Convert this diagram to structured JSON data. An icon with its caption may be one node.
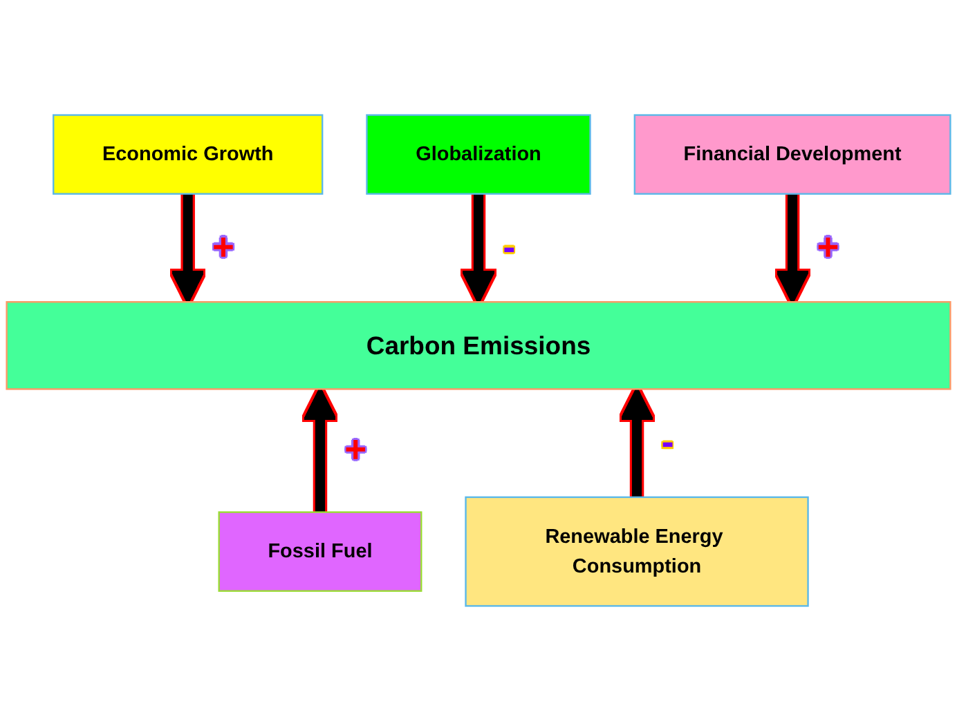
{
  "diagram": {
    "nodes": [
      {
        "text": [
          "Economic Growth"
        ]
      },
      {
        "text": [
          "Globalization"
        ]
      },
      {
        "text": [
          "Financial Development"
        ]
      },
      {
        "text": [
          "Carbon Emissions"
        ]
      },
      {
        "text": [
          "Fossil Fuel"
        ]
      },
      {
        "text": [
          "Renewable Energy Consumption"
        ]
      }
    ],
    "edges": [
      {
        "from": 0,
        "to": 3,
        "arrow": "to",
        "label": "+"
      },
      {
        "from": 1,
        "to": 3,
        "arrow": "to",
        "label": "-"
      },
      {
        "from": 2,
        "to": 3,
        "arrow": "to",
        "label": "+"
      },
      {
        "from": 4,
        "to": 3,
        "arrow": "to",
        "label": "+"
      },
      {
        "from": 5,
        "to": 3,
        "arrow": "to",
        "label": "-"
      }
    ]
  }
}
